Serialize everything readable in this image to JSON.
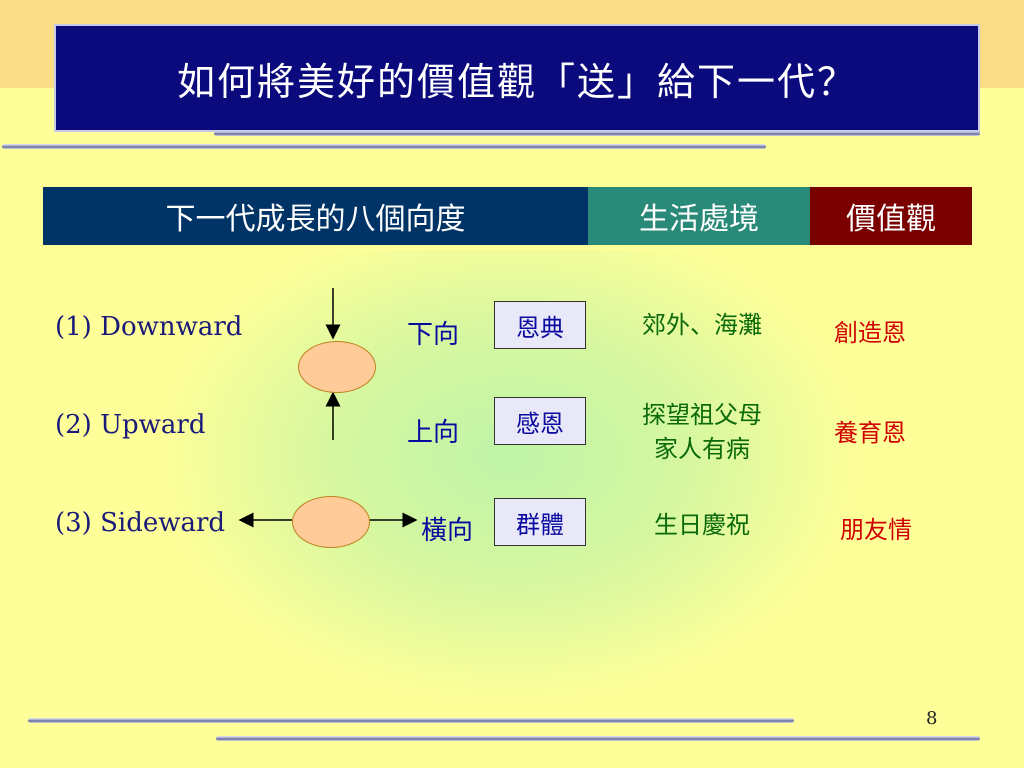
{
  "slide": {
    "title": "如何將美好的價值觀「送」給下一代？",
    "page_number": "8"
  },
  "header": {
    "col1": "下一代成長的八個向度",
    "col2": "生活處境",
    "col3": "價值觀",
    "colors": {
      "col1": "#003366",
      "col2": "#2a8a7a",
      "col3": "#7a0000"
    }
  },
  "rows": [
    {
      "label": "(1)  Downward",
      "direction": "下向",
      "boxed": "恩典",
      "situation": "郊外、海灘",
      "value": "創造恩"
    },
    {
      "label": "(2)  Upward",
      "direction": "上向",
      "boxed": "感恩",
      "situation_line1": "探望祖父母",
      "situation_line2": "家人有病",
      "value": "養育恩"
    },
    {
      "label": "(3) Sideward",
      "direction": "橫向",
      "boxed": "群體",
      "situation": "生日慶祝",
      "value": "朋友情"
    }
  ]
}
